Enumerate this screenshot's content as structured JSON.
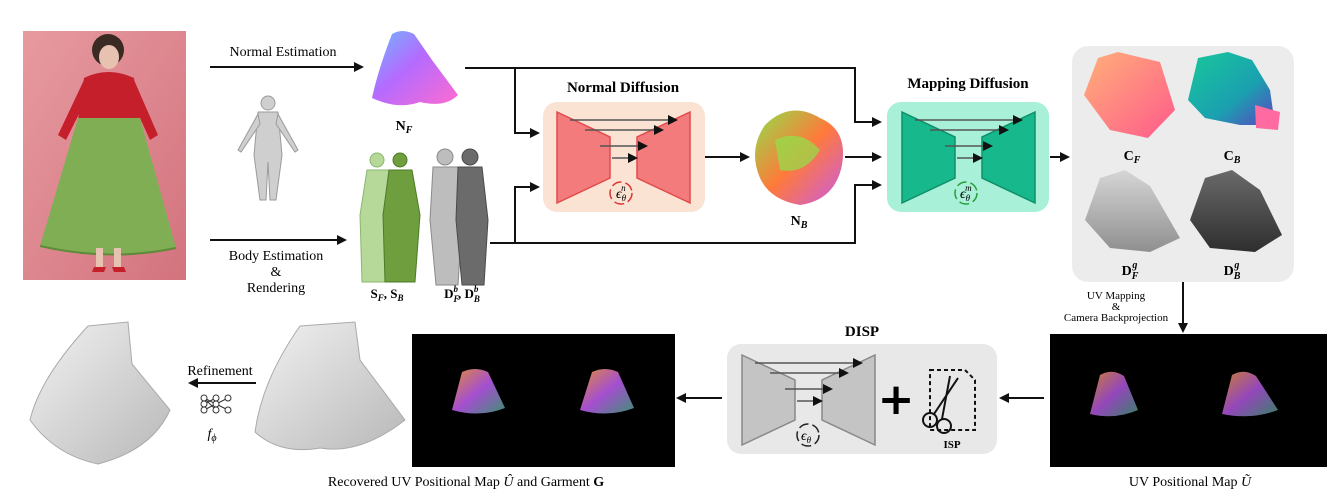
{
  "figure": {
    "steps": {
      "normal_estimation": "Normal Estimation",
      "body_estimation_line1": "Body Estimation",
      "body_estimation_line2": "&",
      "body_estimation_line3": "Rendering",
      "refinement": "Refinement",
      "uv_mapping_line1": "UV Mapping",
      "uv_mapping_line2": "&",
      "uv_mapping_line3": "Camera Backprojection"
    },
    "modules": {
      "normal_diffusion": "Normal Diffusion",
      "mapping_diffusion": "Mapping Diffusion",
      "disp": "DISP",
      "isp": "ISP"
    },
    "symbols": {
      "eps_normal": "ϵ",
      "eps_normal_sup": "n",
      "eps_normal_sub": "θ",
      "eps_mapping": "ϵ",
      "eps_mapping_sup": "m",
      "eps_mapping_sub": "θ",
      "eps_disp": "ϵ",
      "eps_disp_sub": "θ",
      "f_phi": "f",
      "f_phi_sub": "ϕ",
      "plus": "+"
    },
    "labels": {
      "nf": "N",
      "nf_sub": "F",
      "nb": "N",
      "nb_sub": "B",
      "sf": "S",
      "sf_sub": "F",
      "sep1": ", ",
      "sb": "S",
      "sb_sub": "B",
      "df": "D",
      "df_sup": "b",
      "df_sub": "F",
      "sep2": ", ",
      "db": "D",
      "db_sup": "b",
      "db_sub": "B",
      "cf": "C",
      "cf_sub": "F",
      "cb": "C",
      "cb_sub": "B",
      "dgf": "D",
      "dgf_sup": "g",
      "dgf_sub": "F",
      "dgb": "D",
      "dgb_sup": "g",
      "dgb_sub": "B"
    },
    "captions": {
      "recovered_prefix": "Recovered UV Positional Map",
      "recovered_symbol": "Û",
      "recovered_mid": "and Garment",
      "recovered_g": "G",
      "positional_prefix": "UV Positional Map",
      "positional_symbol": "Ũ"
    },
    "colors": {
      "normal_diffusion_bg": "#fbe3d4",
      "normal_diffusion_unet": "#f47b7b",
      "mapping_diffusion_bg": "#a9f0d8",
      "mapping_diffusion_unet": "#17b98c",
      "disp_bg": "#e8e8e8",
      "disp_unet": "#c4c4c4",
      "panel_gray": "#ececec",
      "black_panel": "#000000"
    }
  }
}
